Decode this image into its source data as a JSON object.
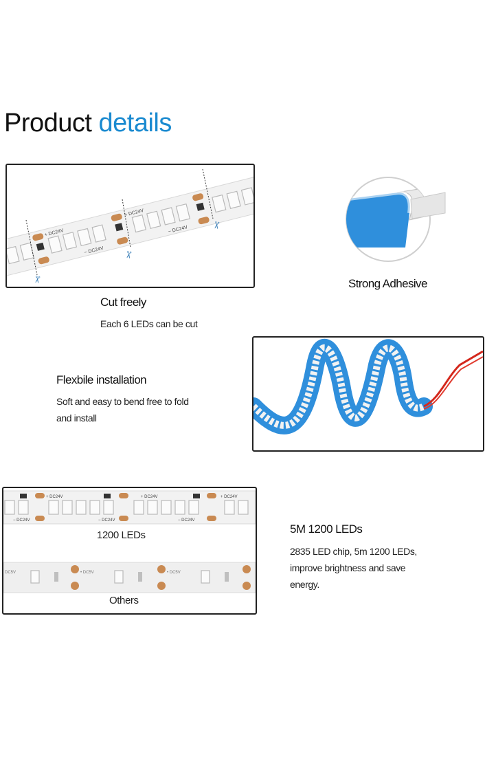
{
  "page": {
    "title_plain": "Product",
    "title_accent": "details",
    "accent_color": "#1a8ad0"
  },
  "cut": {
    "heading": "Cut freely",
    "desc": "Each 6 LEDs can be cut",
    "strip_mark": "DC24V",
    "icon": "scissors-icon"
  },
  "adhesive": {
    "heading": "Strong Adhesive",
    "tape_color": "#2f8fdc"
  },
  "flex": {
    "heading": "Flexbile installation",
    "desc_line1": "Soft and easy to bend free to fold",
    "desc_line2": "and install"
  },
  "compare": {
    "label_top": "1200 LEDs",
    "label_bottom": "Others",
    "strip_mark_top": "DC24V",
    "strip_mark_bottom": "DC5V"
  },
  "leds": {
    "heading": "5M 1200 LEDs",
    "desc_line1": "2835 LED chip, 5m 1200 LEDs,",
    "desc_line2": "improve brightness and save",
    "desc_line3": "energy."
  }
}
